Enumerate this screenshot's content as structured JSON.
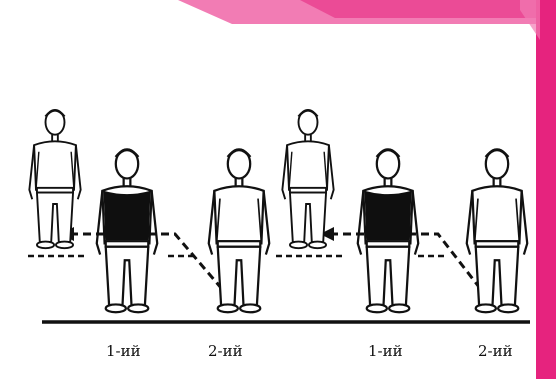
{
  "labels": {
    "first_a": "1-ий",
    "second_a": "2-ий",
    "first_b": "1-ий",
    "second_b": "2-ий"
  },
  "colors": {
    "accent_pink": "#e6237e",
    "accent_pink_light": "#f27cb4",
    "ink": "#111111",
    "vest": "#0f0f0f",
    "shirt": "#ffffff"
  }
}
